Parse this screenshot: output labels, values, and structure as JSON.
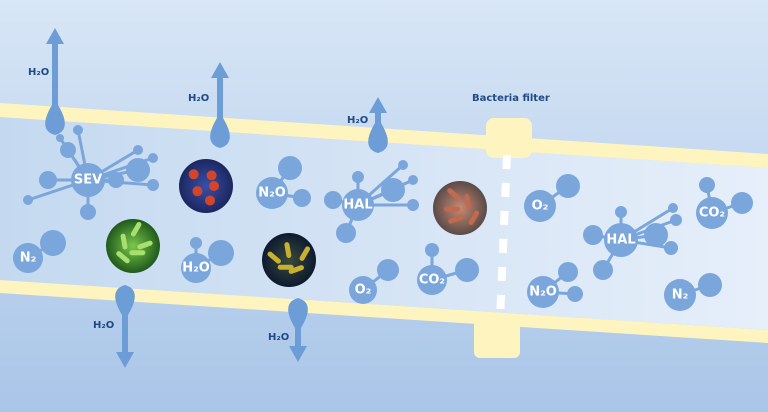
{
  "labels": {
    "filter": "Bacteria filter",
    "water_vapor": [
      "H₂O",
      "H₂O",
      "H₂O",
      "H₂O",
      "H₂O"
    ]
  },
  "molecules": [
    "SEV",
    "N₂O",
    "HAL",
    "N₂",
    "H₂O",
    "O₂",
    "CO₂",
    "O₂",
    "HAL",
    "CO₂",
    "N₂O",
    "N₂"
  ],
  "bacteria": [
    "red-blood-cells-image",
    "green-bacteria-image",
    "yellow-rod-bacteria-image",
    "red-rod-bacteria-image"
  ],
  "colors": {
    "background": "#bcd3ee",
    "tube": "#d6e4f5",
    "band": "#fdf4c0",
    "molecule": "#7aa6dc",
    "arrow": "#6d9dd6",
    "text": "#1f4a86"
  }
}
